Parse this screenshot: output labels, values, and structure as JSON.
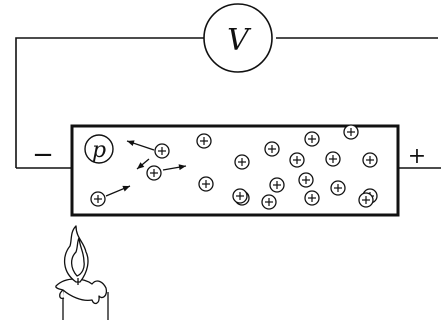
{
  "labels": {
    "voltmeter": "V",
    "negative_terminal": "−",
    "positive_terminal": "+",
    "particle": "p"
  },
  "ion_symbol": "positive-ion",
  "ion_count": 21,
  "moving_ion_count": 4,
  "colors": {
    "line": "#111111",
    "background": "#ffffff"
  }
}
